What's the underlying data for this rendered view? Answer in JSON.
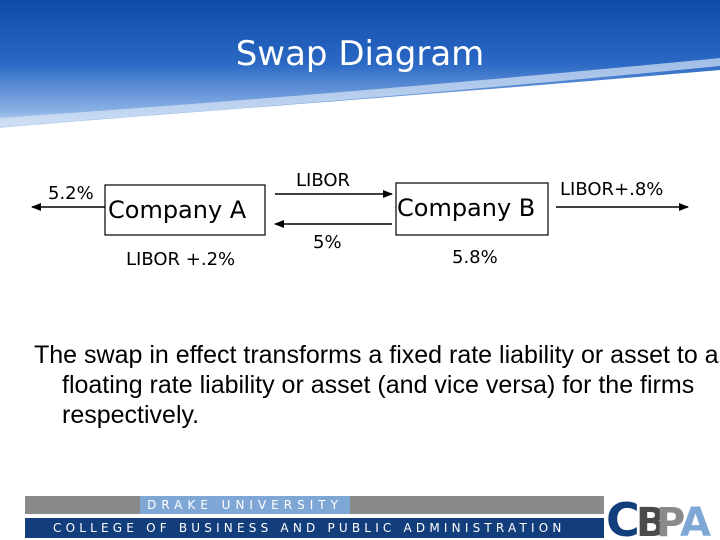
{
  "title": "Swap Diagram",
  "diagram": {
    "left_rate": "5.2%",
    "company_a": "Company A",
    "company_a_below": "LIBOR +.2%",
    "middle_top": "LIBOR",
    "middle_bottom": "5%",
    "company_b": "Company B",
    "company_b_below": "5.8%",
    "right_rate": "LIBOR+.8%"
  },
  "body_text": "The swap in effect transforms a fixed rate liability or asset to a floating rate liability or asset  (and vice versa) for the firms respectively.",
  "footer": {
    "university": "DRAKE UNIVERSITY",
    "college": "COLLEGE OF BUSINESS AND PUBLIC ADMINISTRATION",
    "logo_letters": [
      "C",
      "B",
      "P",
      "A"
    ]
  },
  "colors": {
    "header_blue": "#0f4aa8",
    "footer_navy": "#123e7c",
    "footer_light_blue": "#7fa7d6",
    "footer_gray": "#8a8a8a"
  }
}
